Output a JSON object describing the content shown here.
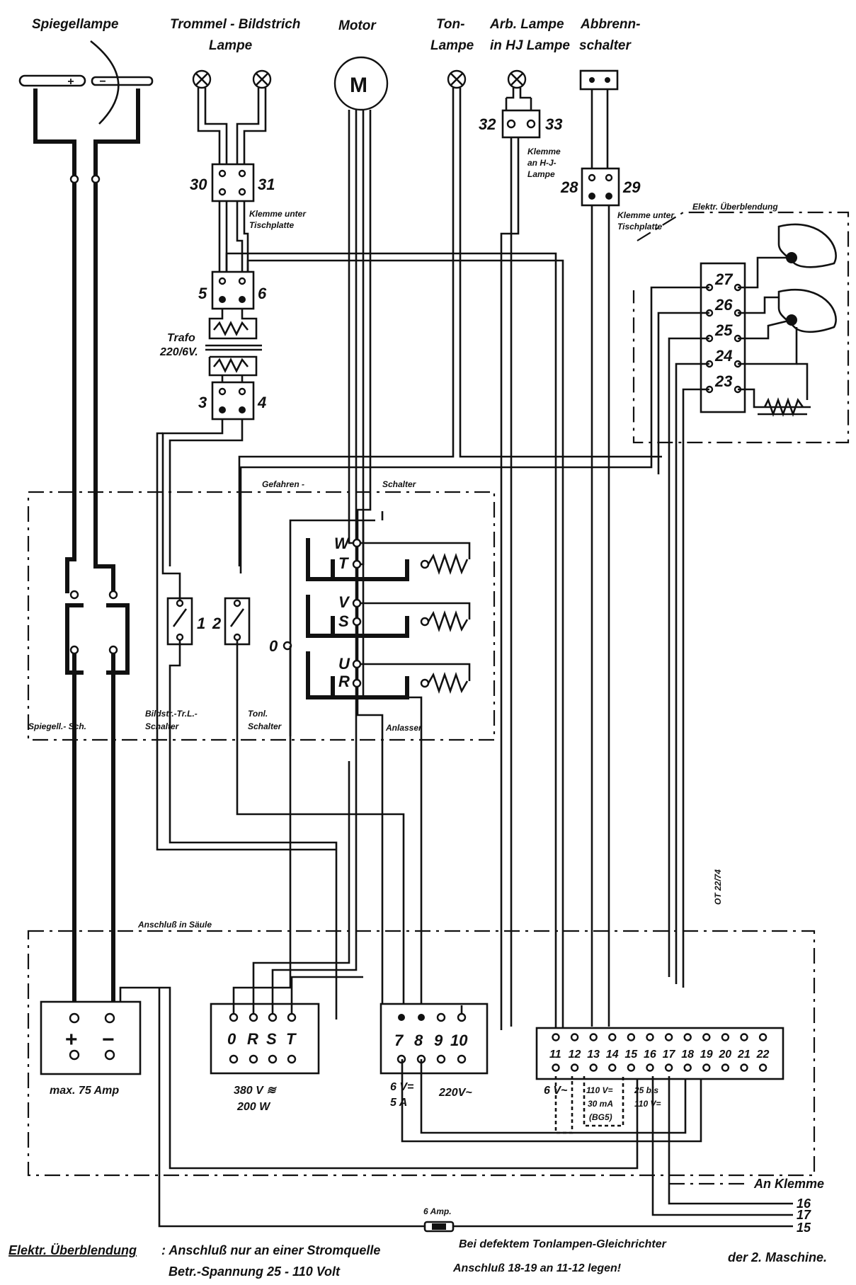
{
  "headers": {
    "spiegellampe": "Spiegellampe",
    "trommel_1": "Trommel - Bildstrich",
    "trommel_2": "Lampe",
    "motor": "Motor",
    "ton_1": "Ton-",
    "ton_2": "Lampe",
    "arb_1": "Arb. Lampe",
    "arb_2": "in HJ Lampe",
    "abbrenn_1": "Abbrenn-",
    "abbrenn_2": "schalter"
  },
  "symbols": {
    "motor": "M",
    "plus": "+",
    "minus": "−"
  },
  "terminals": {
    "t30": "30",
    "t31": "31",
    "t32": "32",
    "t33": "33",
    "t28": "28",
    "t29": "29",
    "t5": "5",
    "t6": "6",
    "t3": "3",
    "t4": "4",
    "t27": "27",
    "t26": "26",
    "t25": "25",
    "t24": "24",
    "t23": "23"
  },
  "notes": {
    "klemme_unter_1": "Klemme unter",
    "klemme_unter_2": "Tischplatte",
    "klemme_an_1": "Klemme",
    "klemme_an_2": "an H-J-",
    "klemme_an_3": "Lampe",
    "klemme_unter2_1": "Klemme unter",
    "klemme_unter2_2": "Tischplatte",
    "ueberblendung_top": "Elektr. Überblendung",
    "trafo_1": "Trafo",
    "trafo_2": "220/6V.",
    "stamp": "OT 22/74"
  },
  "gefahren": {
    "title_1": "Gefahren -",
    "title_2": "Schalter",
    "w": "W",
    "t": "T",
    "v": "V",
    "s": "S",
    "u": "U",
    "r": "R",
    "zero": "0",
    "sw1": "1",
    "sw2": "2",
    "spiegel_label": "Spiegell.- Sch.",
    "bildstr_1": "Bildstr.-Tr.L.-",
    "bildstr_2": "Schalter",
    "tonl_1": "Tonl.",
    "tonl_2": "Schalter",
    "anlasser": "Anlasser"
  },
  "saeule": {
    "title": "Anschluß in Säule",
    "power_label": "max. 75 Amp",
    "orst": [
      "0",
      "R",
      "S",
      "T"
    ],
    "orst_label_1": "380 V ≋",
    "orst_label_2": "200 W",
    "mid": [
      "7",
      "8",
      "9",
      "10"
    ],
    "mid_6v_1": "6 V=",
    "mid_6v_2": "5 A",
    "mid_220": "220V~",
    "strip": [
      "11",
      "12",
      "13",
      "14",
      "15",
      "16",
      "17",
      "18",
      "19",
      "20",
      "21",
      "22"
    ],
    "strip_6v": "6 V~",
    "strip_110_1": "110 V=",
    "strip_110_2": "30 mA",
    "strip_110_3": "(BG5)",
    "strip_25_1": "25 bis",
    "strip_25_2": "110 V="
  },
  "bottom": {
    "an_klemme": "An Klemme",
    "k16": "16",
    "k17": "17",
    "k15": "15",
    "fuse": "6 Amp.",
    "footer_title": "Elektr. Überblendung",
    "footer_1": ": Anschluß nur an einer Stromquelle",
    "footer_2": "Betr.-Spannung 25 - 110 Volt",
    "footer_3": "Bei defektem Tonlampen-Gleichrichter",
    "footer_4": "Anschluß 18-19 an 11-12 legen!",
    "footer_5": "der 2. Maschine."
  }
}
